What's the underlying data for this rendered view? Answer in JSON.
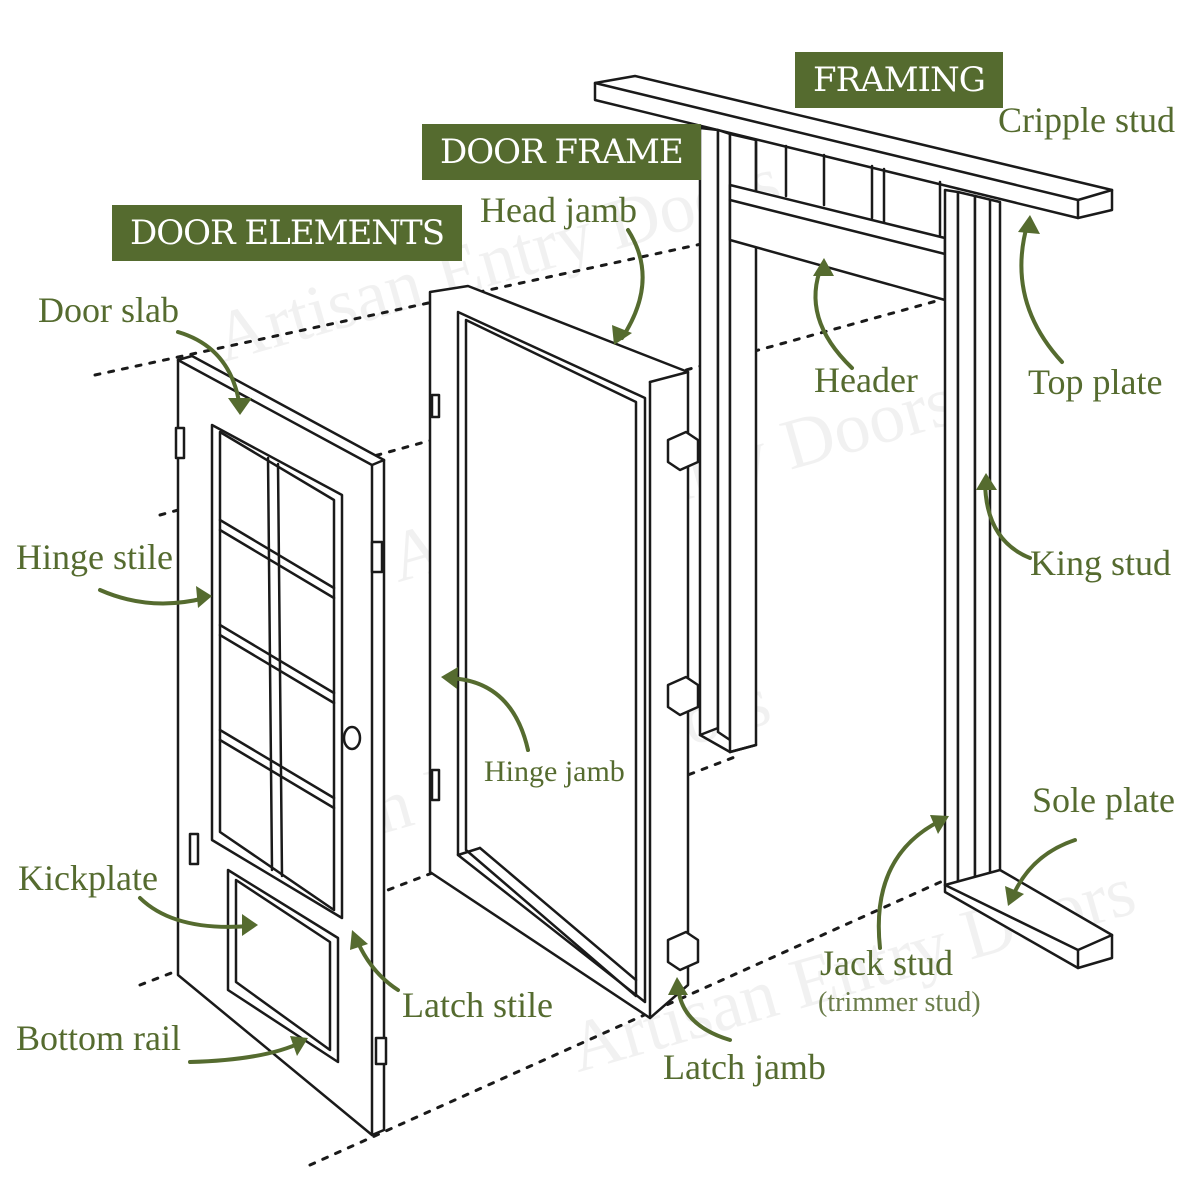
{
  "colors": {
    "accent": "#556b2f",
    "line": "#1a1a1a",
    "secondary_text": "#6b7d4b"
  },
  "sections": {
    "framing": "FRAMING",
    "door_frame": "DOOR FRAME",
    "door_elements": "DOOR ELEMENTS"
  },
  "labels": {
    "cripple_stud": "Cripple stud",
    "head_jamb": "Head jamb",
    "door_slab": "Door slab",
    "header": "Header",
    "top_plate": "Top plate",
    "hinge_stile": "Hinge stile",
    "king_stud": "King stud",
    "hinge_jamb": "Hinge jamb",
    "sole_plate": "Sole plate",
    "kickplate": "Kickplate",
    "jack_stud": "Jack stud",
    "jack_stud_note": "(trimmer stud)",
    "latch_stile": "Latch stile",
    "bottom_rail": "Bottom rail",
    "latch_jamb": "Latch jamb"
  },
  "watermark": "Artisan Entry Doors"
}
